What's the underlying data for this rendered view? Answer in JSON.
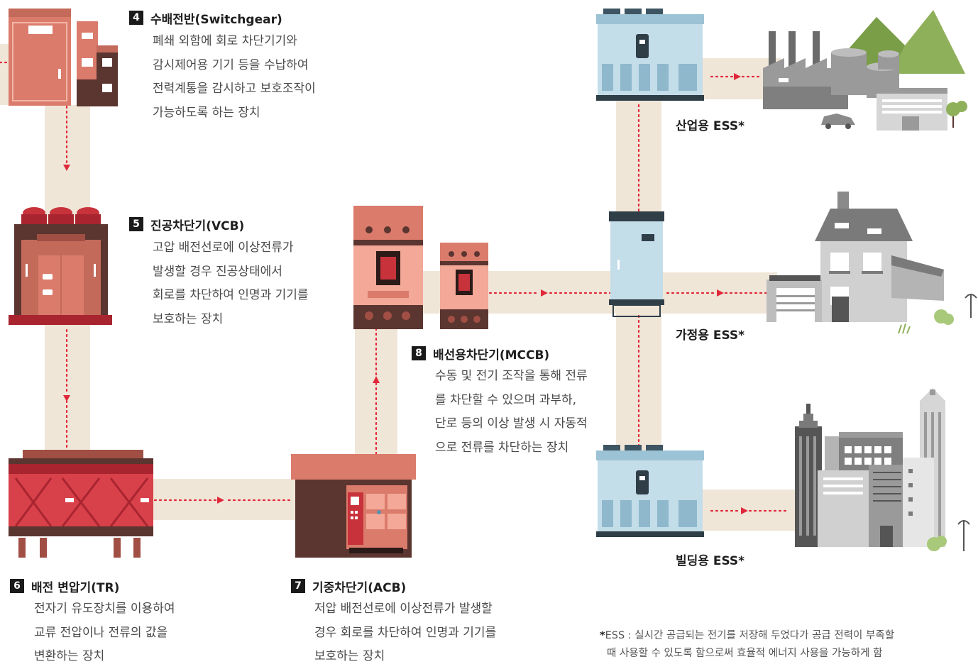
{
  "items": [
    {
      "num": "4",
      "title": "수배전반(Switchgear)",
      "desc": [
        "폐쇄 외함에 회로 차단기기와",
        "감시제어용 기기 등을 수납하여",
        "전력계통을 감시하고 보호조작이",
        "가능하도록 하는 장치"
      ]
    },
    {
      "num": "5",
      "title": "진공차단기(VCB)",
      "desc": [
        "고압 배전선로에 이상전류가",
        "발생할 경우 진공상태에서",
        "회로를 차단하여 인명과 기기를",
        "보호하는 장치"
      ]
    },
    {
      "num": "6",
      "title": "배전 변압기(TR)",
      "desc": [
        "전자기 유도장치를 이용하여",
        "교류 전압이나 전류의 값을",
        "변환하는 장치"
      ]
    },
    {
      "num": "7",
      "title": "기중차단기(ACB)",
      "desc": [
        "저압 배전선로에 이상전류가 발생할",
        "경우 회로를 차단하여 인명과 기기를",
        "보호하는 장치"
      ]
    },
    {
      "num": "8",
      "title": "배선용차단기(MCCB)",
      "desc": [
        "수동 및 전기 조작을 통해 전류",
        "를 차단할 수 있으며 과부하,",
        "단로 등의 이상 발생 시 자동적",
        "으로 전류를 차단하는 장치"
      ]
    }
  ],
  "ess": {
    "industrial": "산업용 ESS*",
    "home": "가정용 ESS*",
    "building": "빌딩용 ESS*"
  },
  "footnote": {
    "mark": "*",
    "line1": "ESS : 실시간 공급되는 전기를 저장해 두었다가 공급 전력이 부족할",
    "line2": "때 사용할 수 있도록 함으로써 효율적 에너지 사용을 가능하게 함"
  },
  "colors": {
    "band": "#f0e6d8",
    "arrow": "#e0283a",
    "salmon": "#db7b6b",
    "dark": "#5b3530",
    "ice": "#c3dde9",
    "gray": "#8a8a8a"
  }
}
